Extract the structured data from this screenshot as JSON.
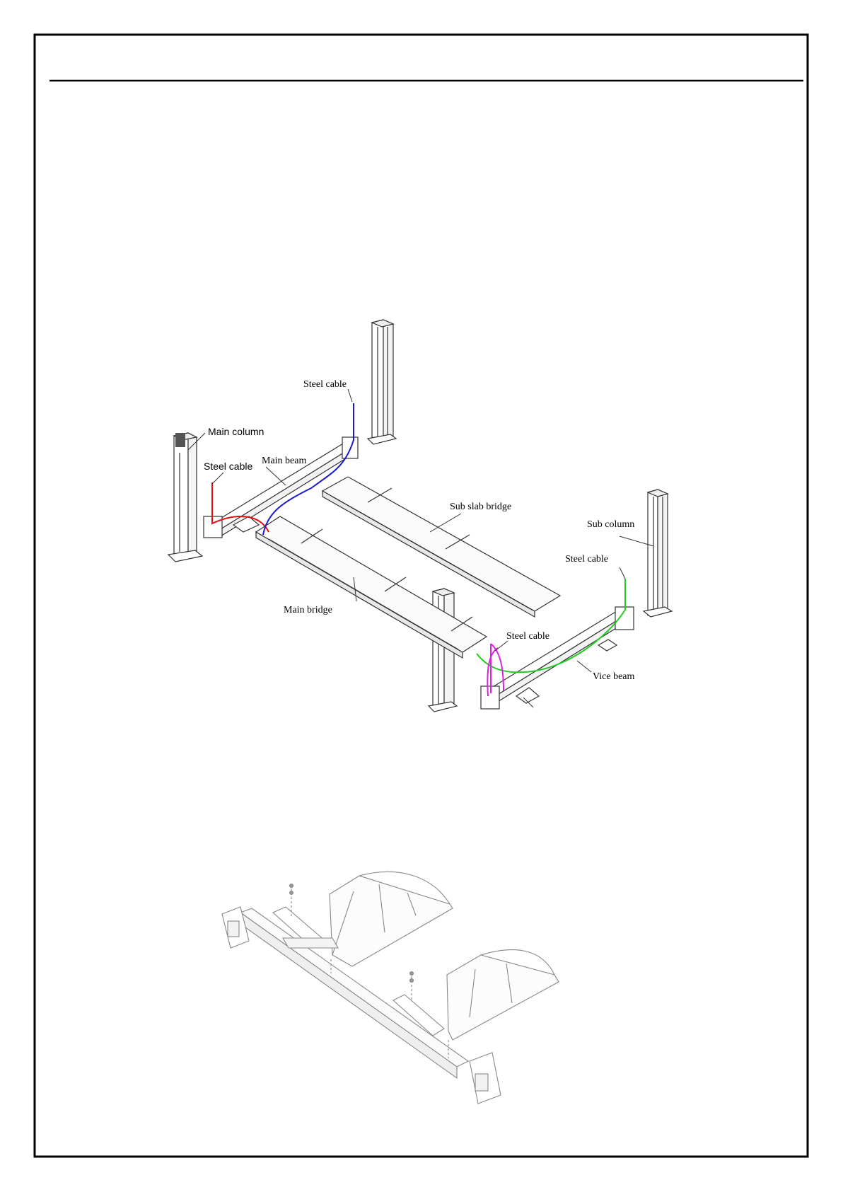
{
  "figure_1": {
    "labels": {
      "main_column": "Main column",
      "steel_cable_left": "Steel cable",
      "main_beam": "Main beam",
      "steel_cable_top": "Steel cable",
      "sub_slab_bridge": "Sub slab bridge",
      "sub_column": "Sub column",
      "steel_cable_right": "Steel cable",
      "main_bridge": "Main bridge",
      "steel_cable_bottom": "Steel cable",
      "vice_beam": "Vice beam"
    },
    "cable_colors": {
      "left": "#e01010",
      "top": "#1a1acc",
      "right": "#22cc22",
      "bottom": "#dd22dd"
    }
  }
}
